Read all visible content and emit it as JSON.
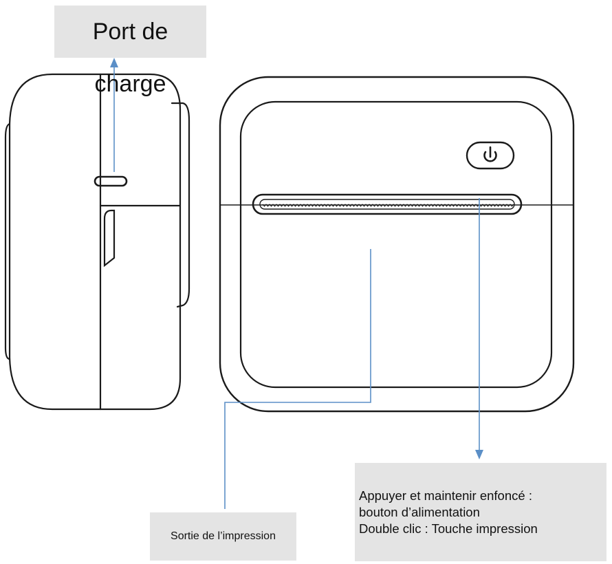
{
  "labels": {
    "charging_port": "Port de charge",
    "print_output": "Sortie de l’impression",
    "power_button_line1": "Appuyer et maintenir enfoncé :",
    "power_button_line2": "bouton d’alimentation",
    "power_button_line3": "Double clic : Touche impression"
  },
  "colors": {
    "outline": "#1a1a1a",
    "callout": "#5b8fc7",
    "label_background": "#e4e4e4"
  }
}
